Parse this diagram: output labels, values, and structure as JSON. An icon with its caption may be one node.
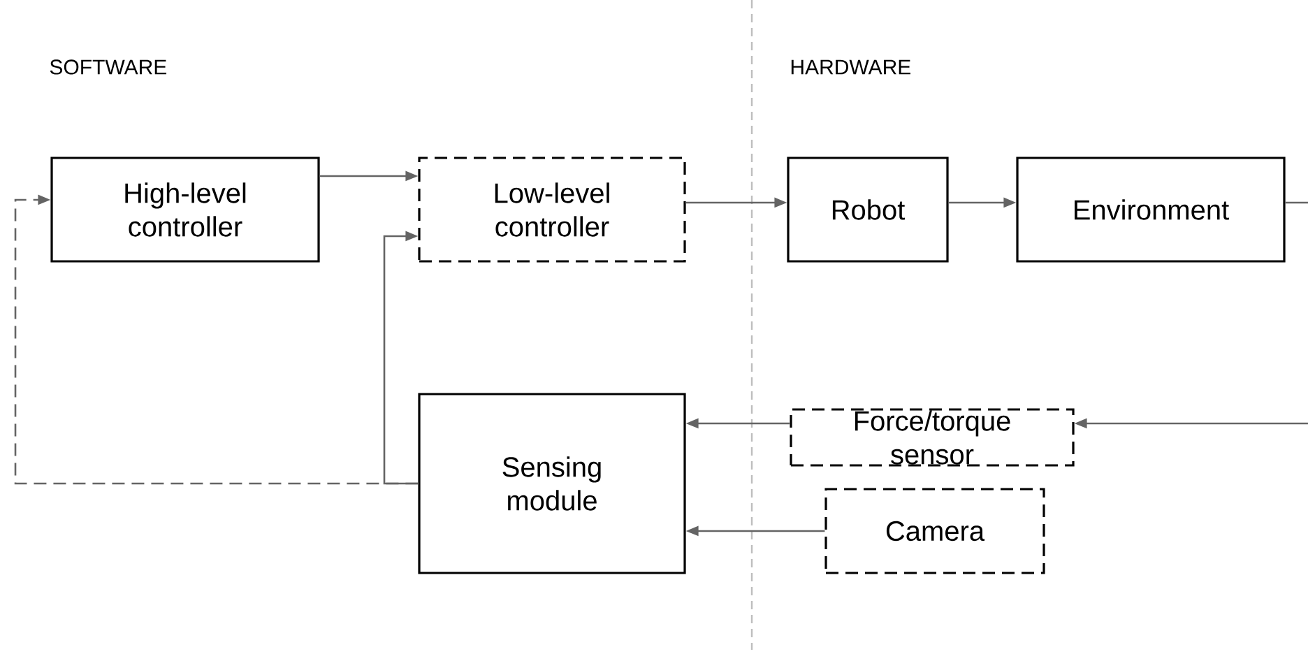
{
  "diagram": {
    "nodes": [
      {
        "text": [
          "High-level controller"
        ]
      },
      {
        "text": [
          "Low-level controller"
        ]
      },
      {
        "text": [
          "Robot"
        ]
      },
      {
        "text": [
          "Environment"
        ]
      },
      {
        "text": [
          "Force/torque sensor"
        ]
      },
      {
        "text": [
          "Sensing module"
        ]
      },
      {
        "text": [
          "Camera"
        ]
      }
    ],
    "edges": [
      {
        "from": 0,
        "to": 1,
        "arrow": "to"
      },
      {
        "from": 1,
        "to": 2,
        "arrow": "to"
      },
      {
        "from": 2,
        "to": 3,
        "arrow": "to"
      },
      {
        "from": 3,
        "to": null,
        "arrow": "none"
      },
      {
        "from": null,
        "to": 4,
        "arrow": "to"
      },
      {
        "from": 4,
        "to": 5,
        "arrow": "to"
      },
      {
        "from": 6,
        "to": 5,
        "arrow": "to"
      },
      {
        "from": 5,
        "to": 1,
        "arrow": "to"
      },
      {
        "from": 5,
        "to": 0,
        "arrow": "to",
        "style": "dashed"
      }
    ],
    "labels": [
      "SOFTWARE",
      "HARDWARE"
    ]
  }
}
